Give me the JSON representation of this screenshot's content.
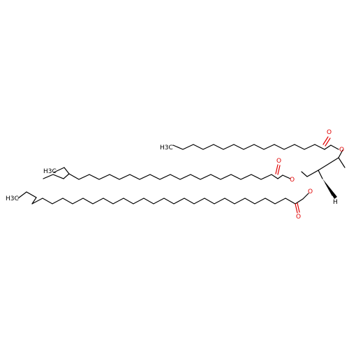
{
  "molecule": {
    "labels": {
      "ester_o_1": "O",
      "carbonyl_o_1": "O",
      "ester_o_2": "O",
      "carbonyl_o_2": "O",
      "ester_o_3": "O",
      "carbonyl_o_3": "O",
      "stereo_h": "H",
      "methyl_top": "H3C",
      "methyl_mid": "H3C",
      "methyl_bottom": "H3C"
    },
    "colors": {
      "bond": "#000000",
      "oxygen": "#e00000",
      "background": "#ffffff"
    }
  }
}
